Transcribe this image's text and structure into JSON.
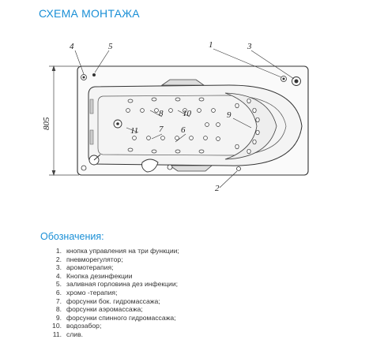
{
  "title": "СХЕМА МОНТАЖА",
  "diagram": {
    "dimension": "805",
    "callouts": [
      "1",
      "2",
      "3",
      "4",
      "5",
      "6",
      "7",
      "8",
      "9",
      "10",
      "11"
    ]
  },
  "legend": {
    "title": "Обозначения:",
    "items": [
      {
        "num": "1.",
        "text": "кнопка управления на три функции;"
      },
      {
        "num": "2.",
        "text": "пневморегулятор;"
      },
      {
        "num": "3.",
        "text": "аромотерапия;"
      },
      {
        "num": "4.",
        "text": "Кнопка дезинфекции"
      },
      {
        "num": "5.",
        "text": "заливная горловина дез инфекции;"
      },
      {
        "num": "6.",
        "text": "хромо -терапия;"
      },
      {
        "num": "7.",
        "text": "форсунки бок. гидромассажа;"
      },
      {
        "num": "8.",
        "text": "форсунки аэромассажа;"
      },
      {
        "num": "9.",
        "text": "форсунки спинного гидромассажа;"
      },
      {
        "num": "10.",
        "text": "водозабор;"
      },
      {
        "num": "11.",
        "text": "слив."
      }
    ]
  }
}
